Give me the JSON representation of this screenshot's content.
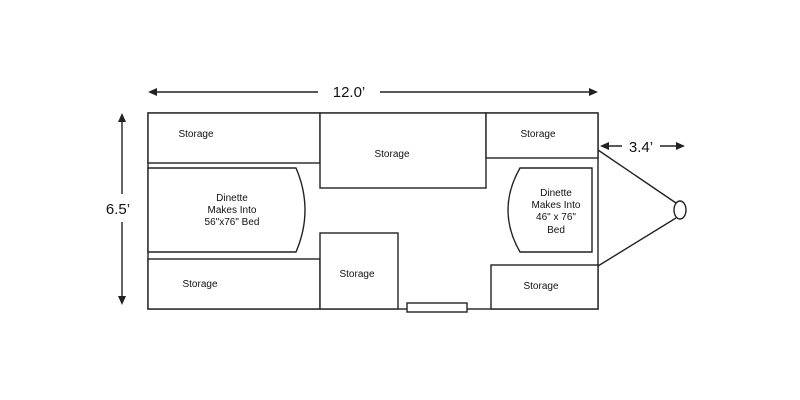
{
  "dimensions": {
    "length": "12.0’",
    "width": "6.5’",
    "tongue": "3.4’"
  },
  "rooms": {
    "storage_top_left": "Storage",
    "storage_top_center": "Storage",
    "storage_top_right": "Storage",
    "storage_bottom_left": "Storage",
    "storage_bottom_center": "Storage",
    "storage_bottom_right": "Storage",
    "dinette_left": [
      "Dinette",
      "Makes Into",
      "56\"x76\" Bed"
    ],
    "dinette_right": [
      "Dinette",
      "Makes Into",
      "46\" x 76\"",
      "Bed"
    ]
  },
  "colors": {
    "line": "#222222",
    "background": "#ffffff"
  }
}
